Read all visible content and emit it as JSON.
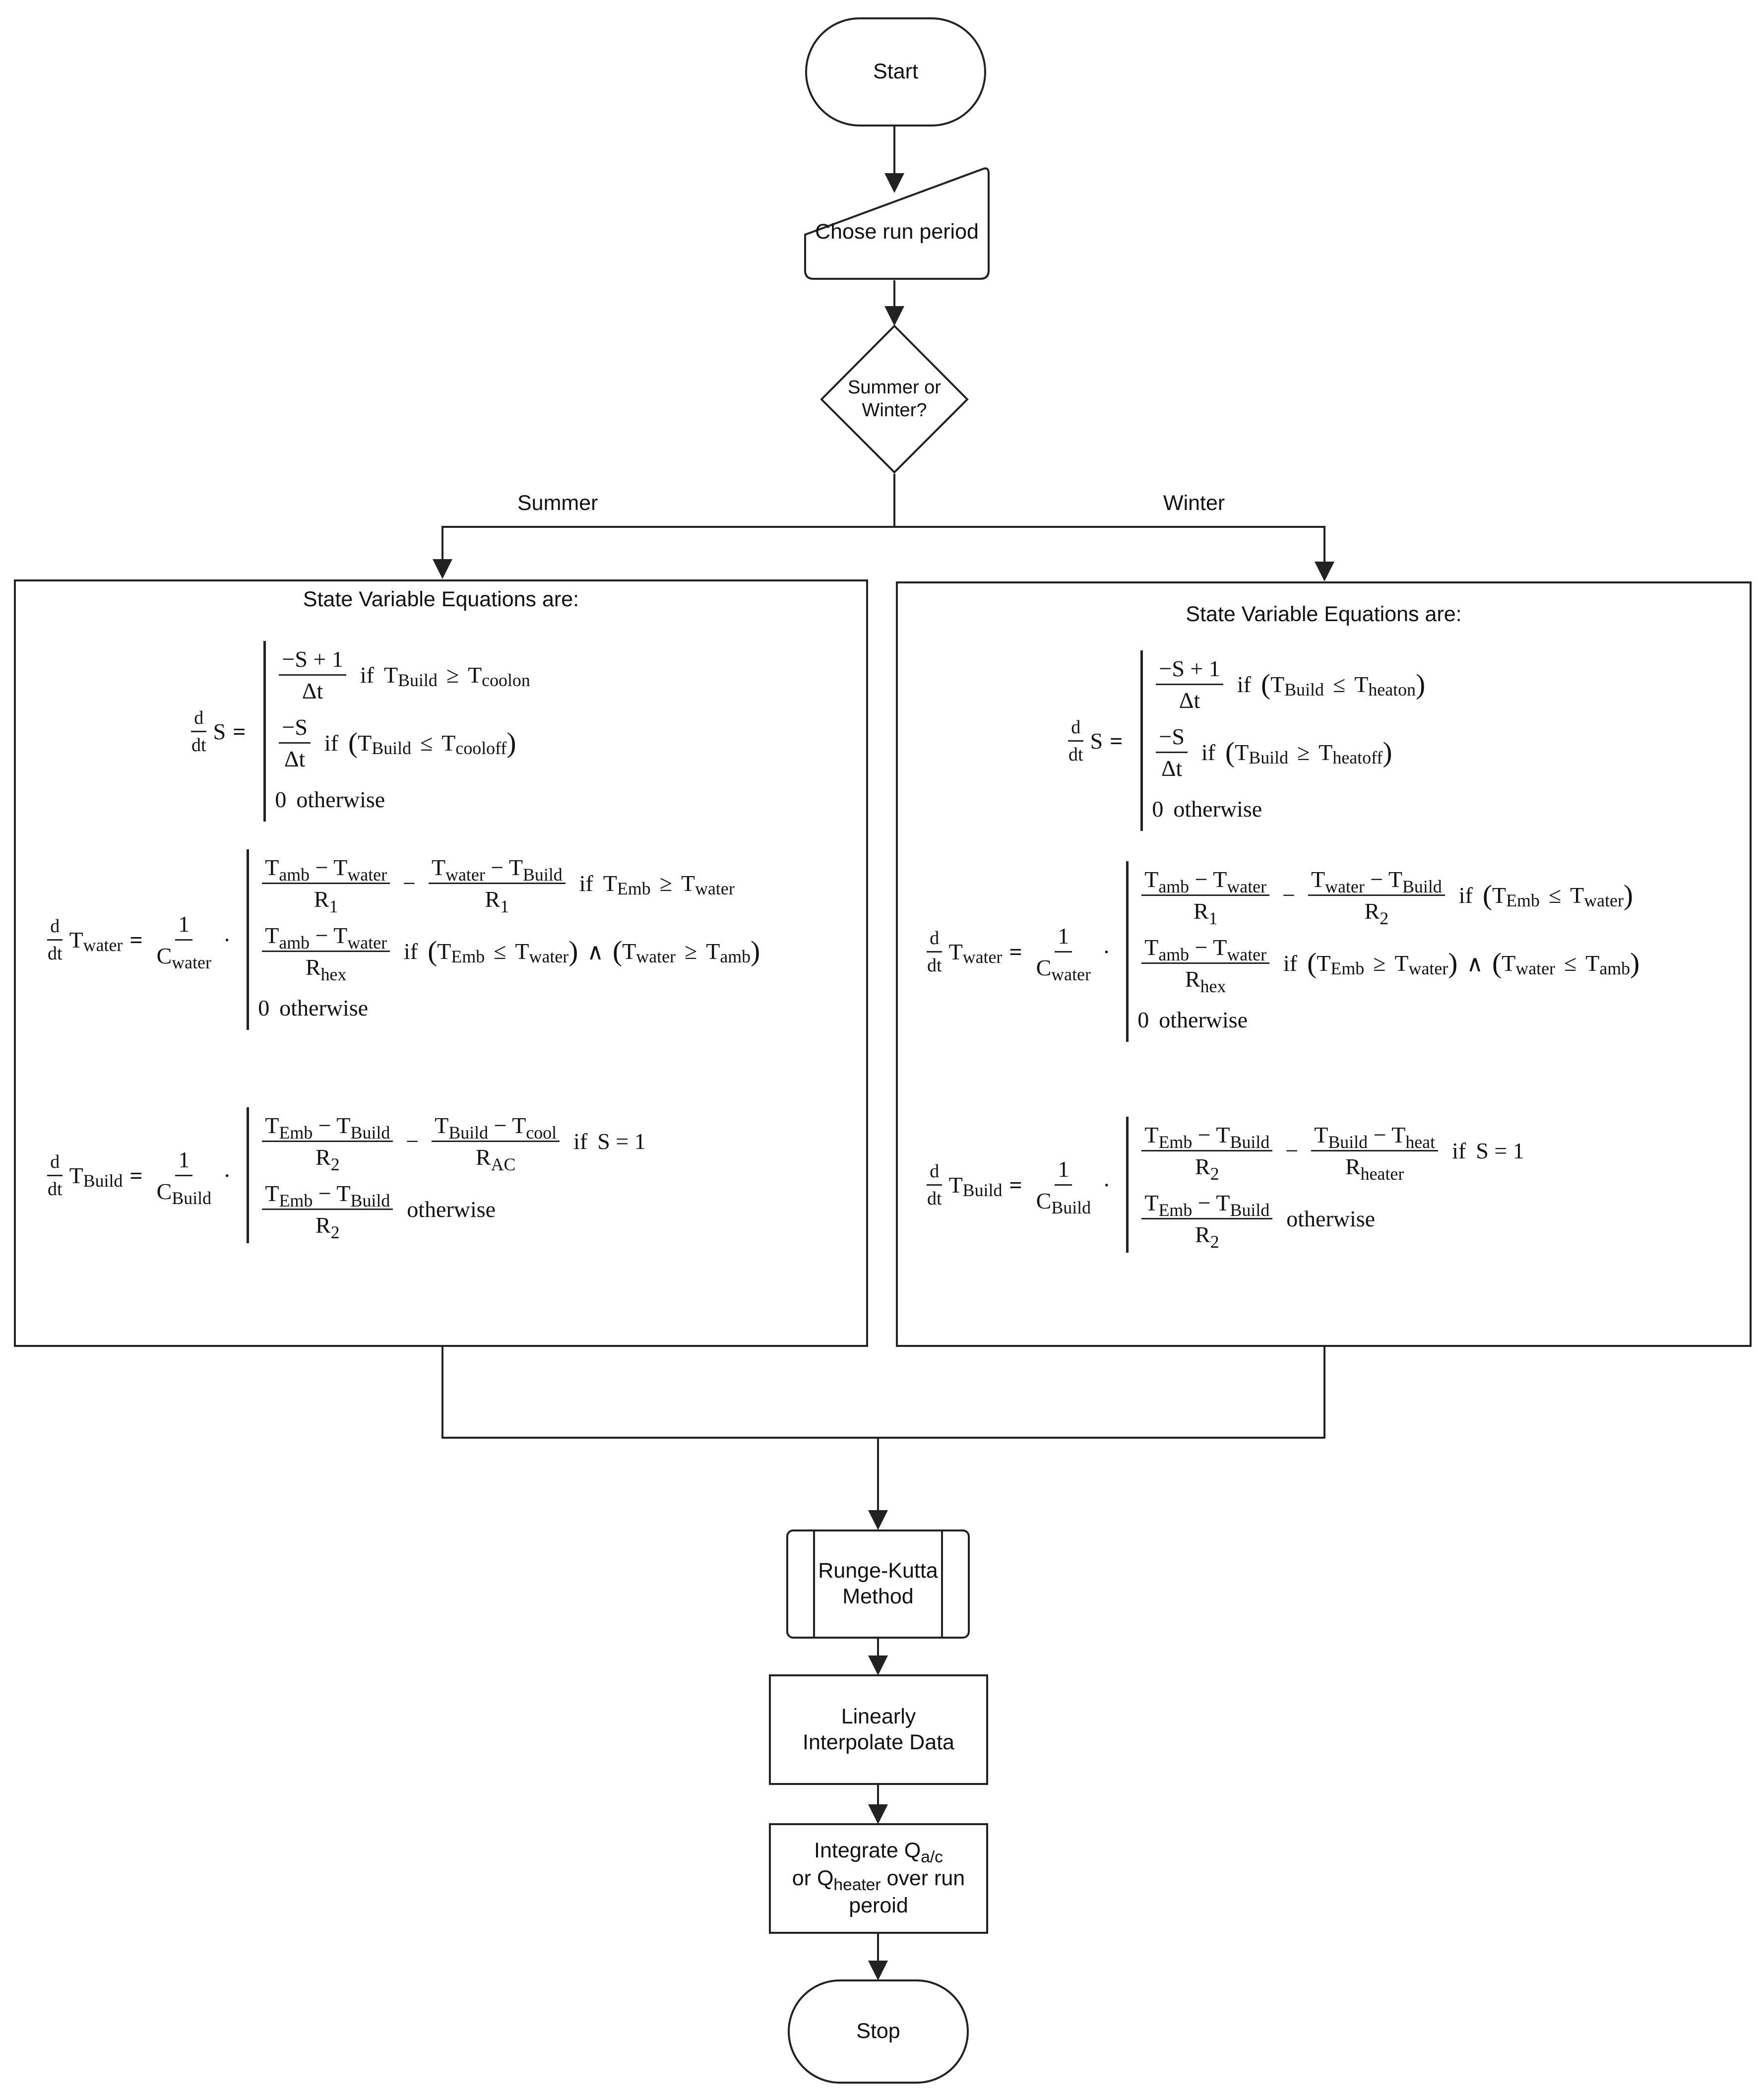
{
  "nodes": {
    "start": "Start",
    "chose_run_period": "Chose run period",
    "decision": "Summer or Winter?",
    "runge_kutta": "Runge-Kutta Method",
    "interpolate": "Linearly Interpolate Data",
    "integrate": {
      "line1_prefix": "Integrate Q",
      "line1_sub": "a/c",
      "line2_prefix": "or Q",
      "line2_sub": "heater",
      "line2_suffix": " over run",
      "line3": "peroid"
    },
    "stop": "Stop"
  },
  "branches": {
    "summer": "Summer",
    "winter": "Winter"
  },
  "panels": {
    "summer_title": "State Variable Equations are:",
    "winter_title": "State Variable Equations are:"
  },
  "math": {
    "d": "d",
    "dt": "dt",
    "S": "S",
    "one": "1",
    "neg_S_plus_1": "−S + 1",
    "neg_S": "−S",
    "delta_t": "Δt",
    "if": "if",
    "otherwise": "otherwise",
    "zero": "0",
    "T": "T",
    "C": "C",
    "R": "R",
    "minus": "−",
    "geq": "≥",
    "leq": "≤",
    "and": "∧",
    "eq": "=",
    "S_eq_1": "S = 1",
    "subs": {
      "build": "Build",
      "water": "water",
      "amb": "amb",
      "emb": "Emb",
      "hex": "hex",
      "ac": "AC",
      "heater": "heater",
      "cool": "cool",
      "heat": "heat",
      "coolon": "coolon",
      "cooloff": "cooloff",
      "heaton": "heaton",
      "heatoff": "heatoff",
      "one": "1",
      "two": "2"
    }
  }
}
